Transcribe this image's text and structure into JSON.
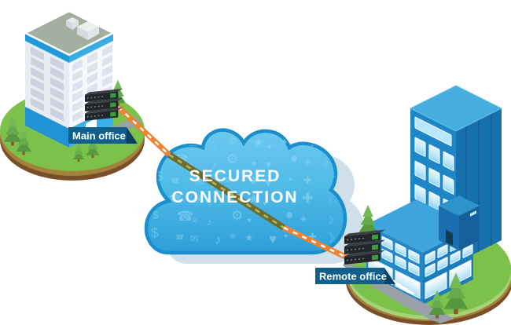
{
  "diagram": {
    "cloud": {
      "title_line1": "SECURED",
      "title_line2": "CONNECTION",
      "pattern_glyphs": [
        "$",
        "☎",
        "✉",
        "♪",
        "⚙",
        "★",
        "♥",
        "●",
        "✚",
        "☽"
      ],
      "fill_top": "#6cc9f0",
      "fill_bottom": "#2d9fd8",
      "border": "#1b8fcc",
      "shadow": "#cfe0ea"
    },
    "connection": {
      "outside_color": "#f08233",
      "outside_dash_color": "#ffffff",
      "inside_color": "#6a6d2c",
      "inside_dash_color": "#b2b468"
    },
    "sites": [
      {
        "id": "main-office",
        "label": "Main office"
      },
      {
        "id": "remote-office",
        "label": "Remote office"
      }
    ],
    "palette": {
      "label_bg": "#11608c",
      "label_fold": "#0a4064",
      "grass": "#7cc24a",
      "grass_light": "#a7d277",
      "rim": "#a3823d",
      "soil": "#7a4e27",
      "road": "#99a1a6",
      "tree_green": "#5ea24a",
      "trunk": "#8a5a2b",
      "white_wall": "#f7f8fc",
      "tower_blue": "#1e86c6",
      "tower_blue_dark": "#1670ae",
      "roof_blue": "#45aede",
      "accent_blue": "#2aa4e0",
      "rack_body": "#22262a",
      "rack_led": "#3a9c3c"
    }
  }
}
